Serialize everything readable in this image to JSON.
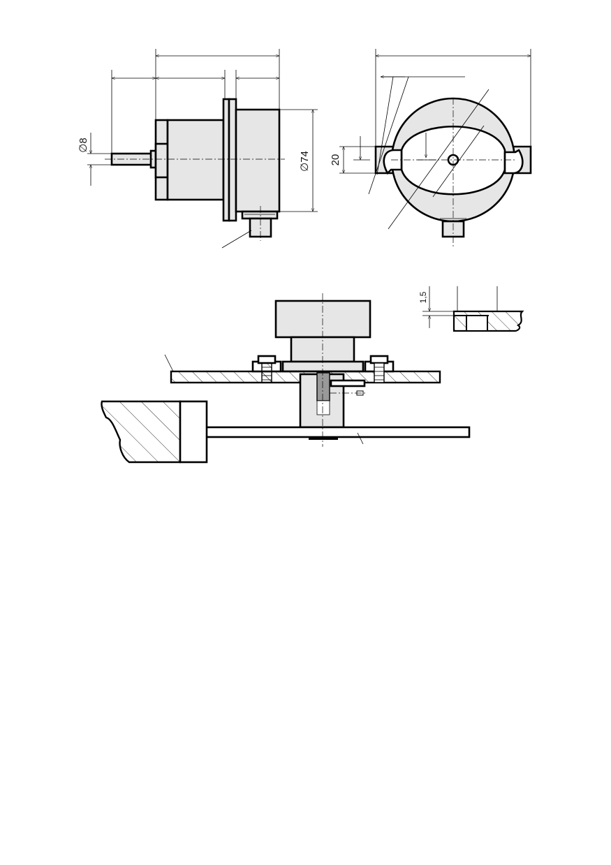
{
  "dimensions": {
    "shaft_diameter": "∅8",
    "body_diameter": "∅74",
    "clamp_height": "20",
    "flange_thickness": "1,5"
  }
}
